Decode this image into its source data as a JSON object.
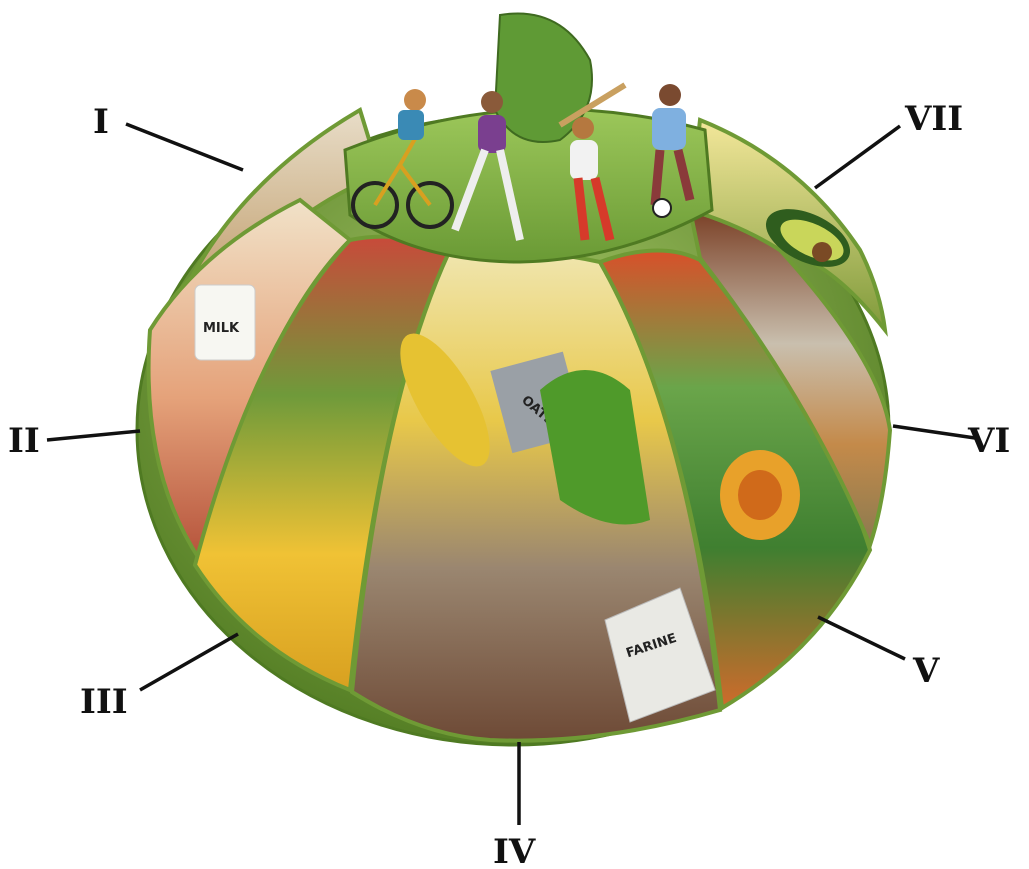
{
  "diagram": {
    "labels": [
      {
        "id": "I",
        "text": "I"
      },
      {
        "id": "II",
        "text": "II"
      },
      {
        "id": "III",
        "text": "III"
      },
      {
        "id": "IV",
        "text": "IV"
      },
      {
        "id": "V",
        "text": "V"
      },
      {
        "id": "VI",
        "text": "VI"
      },
      {
        "id": "VII",
        "text": "VII"
      }
    ],
    "package_labels": {
      "milk": "MILK",
      "oats": "OATS",
      "farine": "FARINE"
    }
  },
  "colors": {
    "rim": "#7aa33a",
    "leaf_green": "#5e8f2a",
    "dairy_meat": "#d9b48a",
    "fruits": "#e8b52a",
    "staples": "#c9a36b",
    "vegetables": "#3f8f3a",
    "legumes": "#9a6b3c",
    "fats": "#b9c85a",
    "activity": "#8fbf4a"
  }
}
